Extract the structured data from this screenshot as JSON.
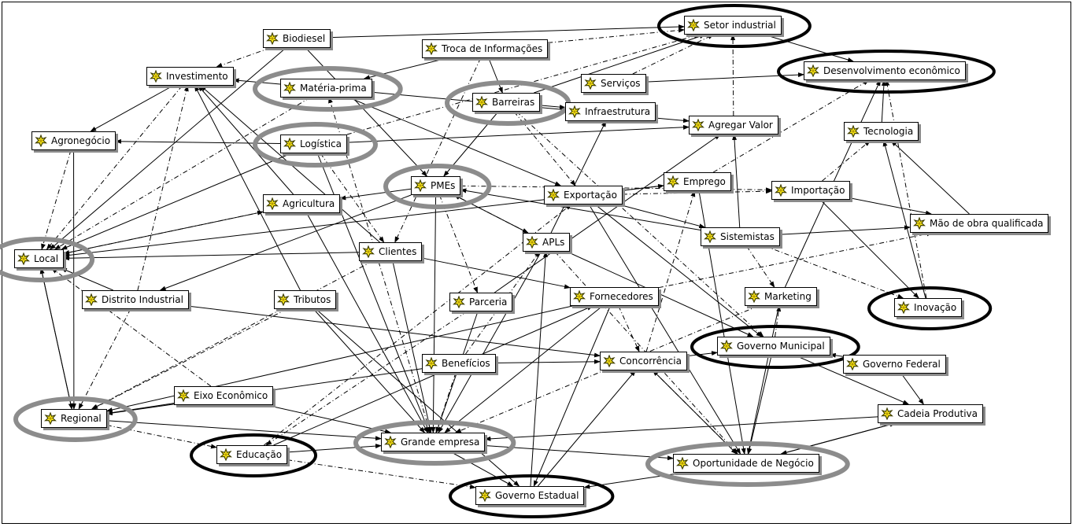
{
  "nodes": {
    "biodiesel": "Biodiesel",
    "troca": "Troca de Informações",
    "setor_industrial": "Setor industrial",
    "desenvolvimento": "Desenvolvimento econômico",
    "investimento": "Investimento",
    "materia_prima": "Matéria-prima",
    "servicos": "Serviços",
    "barreiras": "Barreiras",
    "infraestrutura": "Infraestrutura",
    "agregar_valor": "Agregar Valor",
    "tecnologia": "Tecnologia",
    "agronegocio": "Agronegócio",
    "logistica": "Logística",
    "pmes": "PMEs",
    "exportacao": "Exportação",
    "emprego": "Emprego",
    "importacao": "Importação",
    "agricultura": "Agricultura",
    "mao_obra": "Mão de obra qualificada",
    "apls": "APLs",
    "sistemistas": "Sistemistas",
    "local": "Local",
    "clientes": "Clientes",
    "distrito_industrial": "Distrito Industrial",
    "tributos": "Tributos",
    "parceria": "Parceria",
    "fornecedores": "Fornecedores",
    "marketing": "Marketing",
    "inovacao": "Inovação",
    "governo_municipal": "Governo Municipal",
    "beneficios": "Benefícios",
    "concorrencia": "Concorrência",
    "governo_federal": "Governo Federal",
    "eixo_economico": "Eixo Econômico",
    "cadeia_produtiva": "Cadeia Produtiva",
    "regional": "Regional",
    "grande_empresa": "Grande empresa",
    "educacao": "Educação",
    "oportunidade": "Oportunidade de Negócio",
    "governo_estadual": "Governo Estadual"
  },
  "highlight_colors": {
    "black": "#000000",
    "gray": "#8c8c8c"
  },
  "icon": "yellow-concept-star-icon"
}
